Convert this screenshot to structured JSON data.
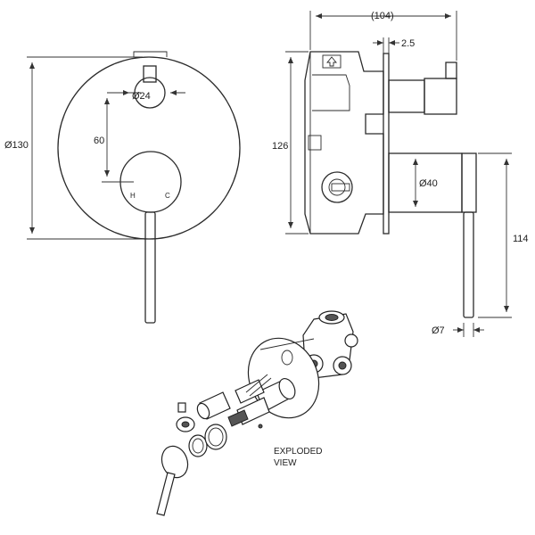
{
  "front_view": {
    "plate_diameter": "Ø130",
    "diverter_diameter": "Ø24",
    "center_distance": "60",
    "hot_label": "H",
    "cold_label": "C"
  },
  "side_view": {
    "overall_depth": "(104)",
    "plate_thickness": "2.5",
    "body_height": "126",
    "lever_body_diameter": "Ø40",
    "lever_length": "114",
    "handle_diameter": "Ø7"
  },
  "exploded_view": {
    "title_line1": "EXPLODED",
    "title_line2": "VIEW"
  }
}
